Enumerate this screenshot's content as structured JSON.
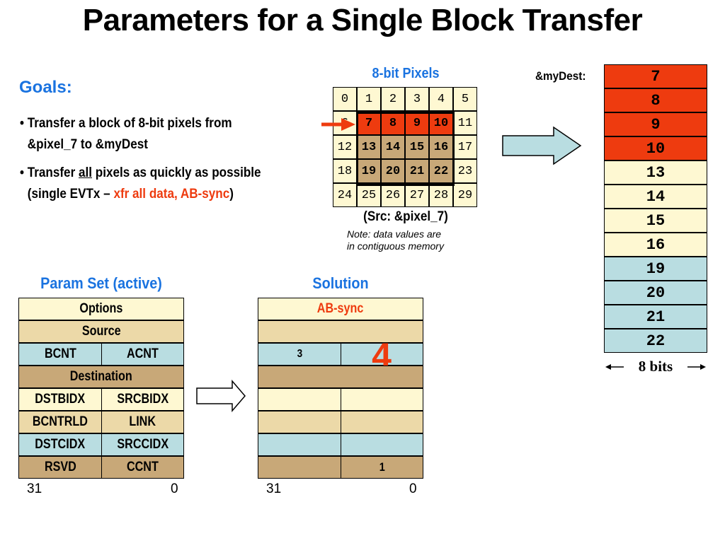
{
  "title": "Parameters for a Single Block Transfer",
  "goals": {
    "heading": "Goals:",
    "bullet1_line1": "• Transfer a block of 8-bit pixels from",
    "bullet1_line2": "&pixel_7 to &myDest",
    "bullet2_prefix": "• Transfer ",
    "bullet2_underlined": "all",
    "bullet2_suffix": " pixels as quickly as possible",
    "bullet2_line2_prefix": "(single EVTx – ",
    "bullet2_line2_red": "xfr all data, AB-sync",
    "bullet2_line2_suffix": ")",
    "colors": {
      "accent_blue": "#1a73e0",
      "accent_red": "#ee3b0f"
    }
  },
  "pixel_grid": {
    "header": "8-bit Pixels",
    "cells": [
      "0",
      "1",
      "2",
      "3",
      "4",
      "5",
      "6",
      "7",
      "8",
      "9",
      "10",
      "11",
      "12",
      "13",
      "14",
      "15",
      "16",
      "17",
      "18",
      "19",
      "20",
      "21",
      "22",
      "23",
      "24",
      "25",
      "26",
      "27",
      "28",
      "29"
    ],
    "src_caption": "(Src:  &pixel_7)",
    "note_line1": "Note: data values are",
    "note_line2": "in contiguous memory"
  },
  "dest": {
    "label": "&myDest:",
    "values": [
      "7",
      "8",
      "9",
      "10",
      "13",
      "14",
      "15",
      "16",
      "19",
      "20",
      "21",
      "22"
    ],
    "width_label": "8 bits"
  },
  "param_set": {
    "header": "Param Set (active)",
    "options": "Options",
    "source": "Source",
    "bcnt": "BCNT",
    "acnt": "ACNT",
    "destination": "Destination",
    "dstbidx": "DSTBIDX",
    "srcbidx": "SRCBIDX",
    "bcntrld": "BCNTRLD",
    "link": "LINK",
    "dstcidx": "DSTCIDX",
    "srccidx": "SRCCIDX",
    "rsvd": "RSVD",
    "ccnt": "CCNT",
    "bit_high": "31",
    "bit_low": "0"
  },
  "solution": {
    "header": "Solution",
    "options": "AB-sync",
    "bcnt": "3",
    "acnt": "4",
    "ccnt": "1",
    "bit_high": "31",
    "bit_low": "0"
  }
}
